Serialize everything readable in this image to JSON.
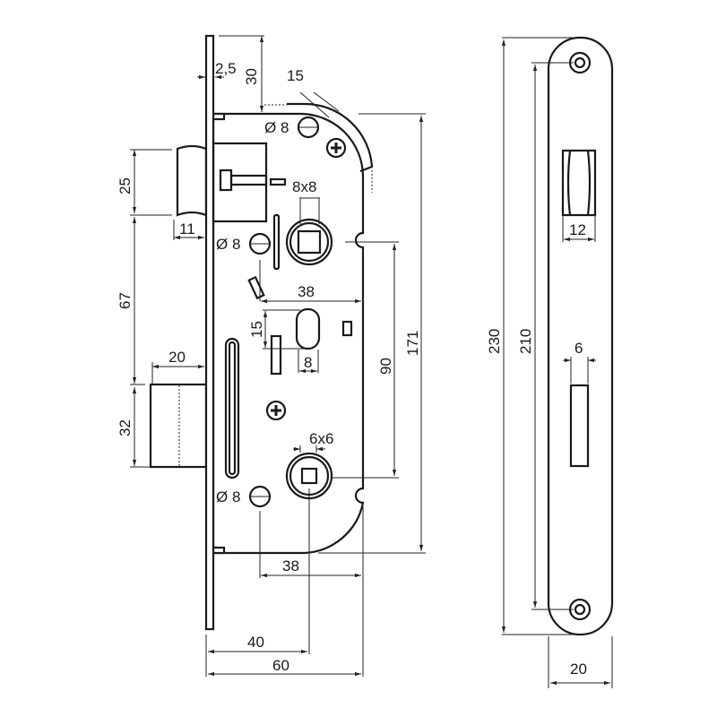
{
  "drawing": {
    "side_view": {
      "faceplate_thickness": "2,5",
      "top_offset": "30",
      "corner_radius": "15",
      "fixing_hole_top": "Ø 8",
      "fixing_hole_mid": "Ø 8",
      "fixing_hole_bottom": "Ø 8",
      "upper_spindle": "8x8",
      "lower_spindle": "6x6",
      "latch_height": "25",
      "latch_projection": "11",
      "latch_to_bolt": "67",
      "bolt_projection": "20",
      "bolt_height": "32",
      "hole_to_spindle_upper": "38",
      "hole_to_spindle_lower": "38",
      "slot_height": "15",
      "slot_width": "8",
      "spindle_distance": "90",
      "body_height": "171",
      "backset": "40",
      "body_depth": "60"
    },
    "front_view": {
      "plate_length": "230",
      "hole_spacing": "210",
      "latch_hole_width": "12",
      "bolt_hole_width": "6",
      "plate_width": "20"
    }
  }
}
